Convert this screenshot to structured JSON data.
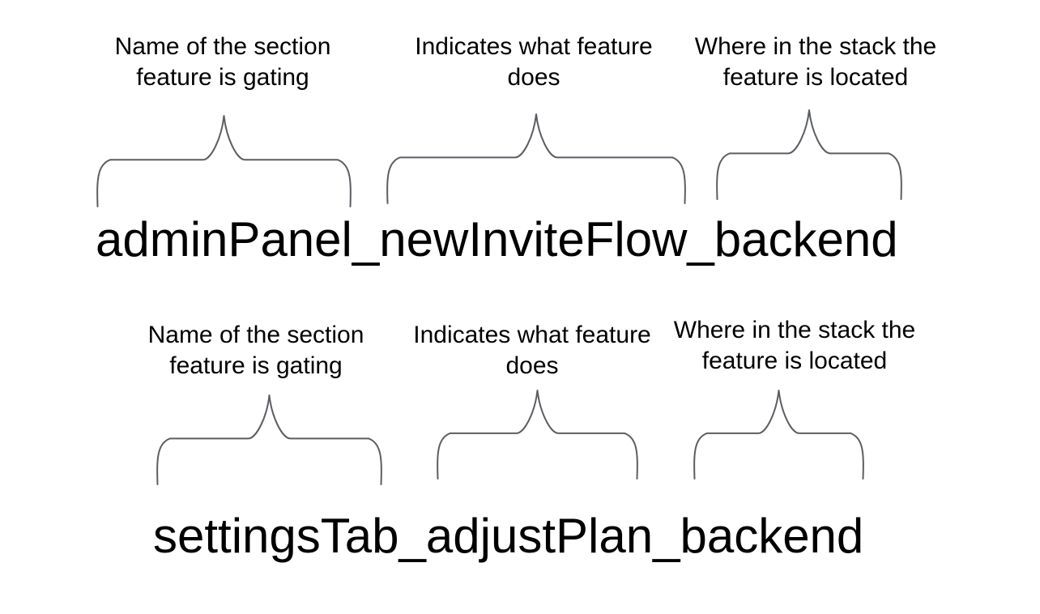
{
  "page": {
    "background_color": "#ffffff",
    "text_color": "#000000",
    "brace_color": "#5b5e63"
  },
  "examples": [
    {
      "flag_name": "adminPanel_newInviteFlow_backend",
      "annotations": [
        {
          "segment": "adminPanel",
          "label_line1": "Name of the section",
          "label_line2": "feature is gating"
        },
        {
          "segment": "newInviteFlow",
          "label_line1": "Indicates what feature",
          "label_line2": "does"
        },
        {
          "segment": "backend",
          "label_line1": "Where in the stack the",
          "label_line2": "feature is located"
        }
      ]
    },
    {
      "flag_name": "settingsTab_adjustPlan_backend",
      "annotations": [
        {
          "segment": "settingsTab",
          "label_line1": "Name of the section",
          "label_line2": "feature is gating"
        },
        {
          "segment": "adjustPlan",
          "label_line1": "Indicates what feature",
          "label_line2": "does"
        },
        {
          "segment": "backend",
          "label_line1": "Where in the stack the",
          "label_line2": "feature is located"
        }
      ]
    }
  ]
}
